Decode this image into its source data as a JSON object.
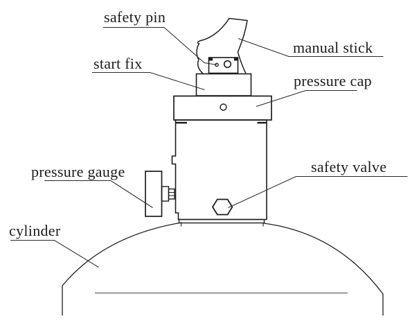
{
  "diagram": {
    "background": "#ffffff",
    "line_color": "#1c1c1c",
    "liquid_line_color": "#a8a8a8",
    "labels": {
      "safety_pin": "safety pin",
      "manual_stick": "manual stick",
      "start_fix": "start fix",
      "pressure_cap": "pressure cap",
      "pressure_gauge": "pressure gauge",
      "safety_valve": "safety valve",
      "cylinder": "cylinder"
    }
  }
}
